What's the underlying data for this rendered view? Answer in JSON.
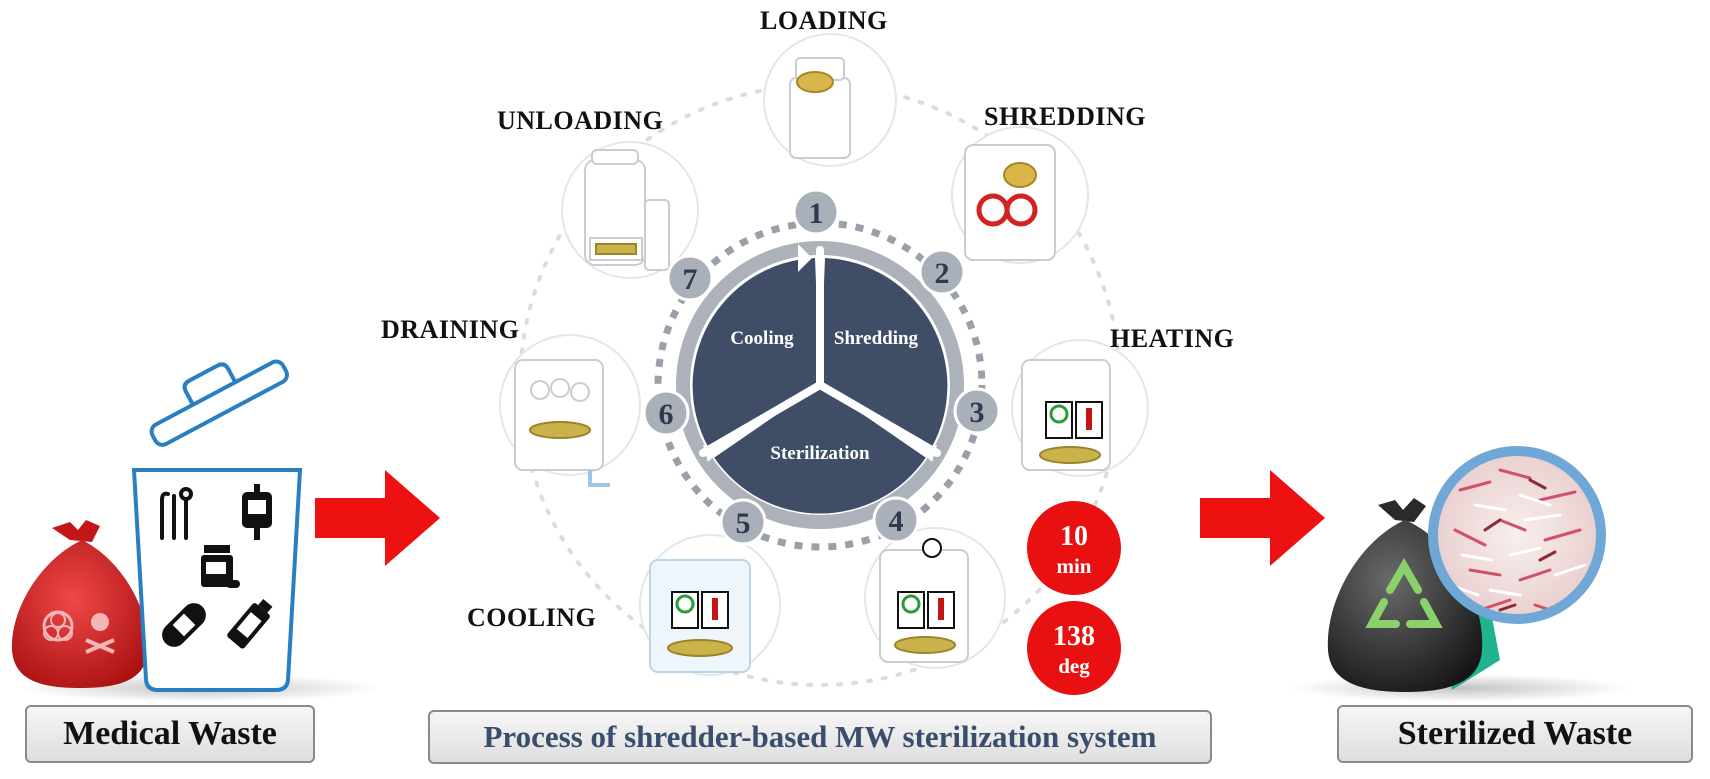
{
  "stages": {
    "loading": "LOADING",
    "shredding": "SHREDDING",
    "heating": "HEATING",
    "unloading": "UNLOADING",
    "draining": "DRAINING",
    "cooling": "COOLING"
  },
  "cycle": {
    "sectors": {
      "cooling": "Cooling",
      "shredding": "Shredding",
      "sterilization": "Sterilization"
    },
    "steps": [
      "1",
      "2",
      "3",
      "4",
      "5",
      "6",
      "7"
    ]
  },
  "badges": {
    "time": {
      "value": "10",
      "unit": "min"
    },
    "temperature": {
      "value": "138",
      "unit": "deg"
    }
  },
  "captions": {
    "left": "Medical Waste",
    "center": "Process of shredder-based MW sterilization system",
    "right": "Sterilized Waste"
  },
  "colors": {
    "arrow": "#ee1111",
    "sector": "#3f4d66",
    "ring": "#9aa0aa",
    "bin_outline": "#2a7fc0",
    "biohazard_bag": "#d81c1c",
    "recycle": "#8bd16b",
    "result_ring": "#6fa8d6",
    "badge": "#e81010",
    "center_caption_text": "#3b4d6c"
  },
  "icons": [
    "biohazard-bag-icon",
    "waste-bin-icon",
    "recycle-bag-icon",
    "shredded-waste-photo",
    "timer-icon",
    "thermometer-icon"
  ]
}
